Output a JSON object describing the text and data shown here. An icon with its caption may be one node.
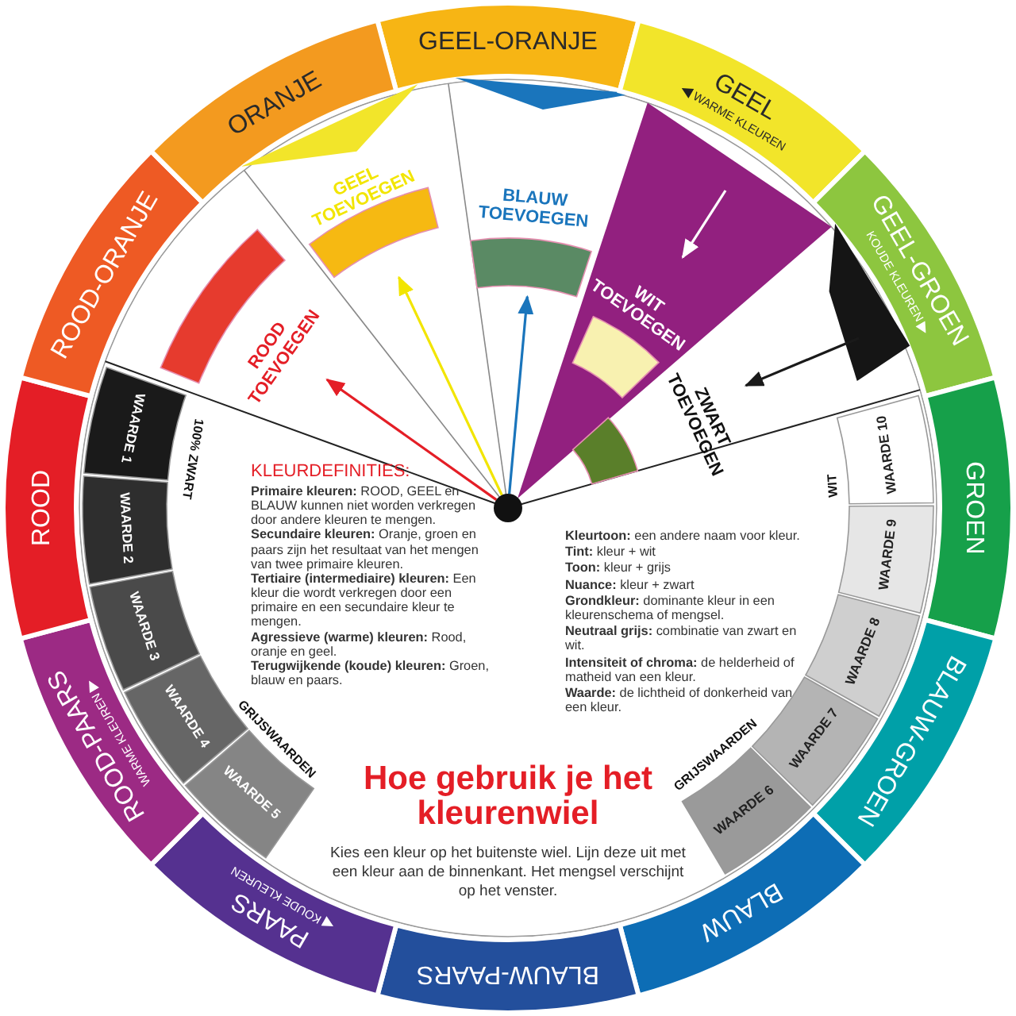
{
  "diagram": {
    "title": "Hoe gebruik je het kleurenwiel",
    "nodes": [
      {
        "text": [
          "GEEL-ORANJE"
        ]
      },
      {
        "text": [
          "GEEL",
          "WARME KLEUREN"
        ]
      },
      {
        "text": [
          "GEEL-GROEN",
          "KOUDE KLEUREN"
        ]
      },
      {
        "text": [
          "GROEN"
        ]
      },
      {
        "text": [
          "BLAUW-GROEN"
        ]
      },
      {
        "text": [
          "BLAUW"
        ]
      },
      {
        "text": [
          "BLAUW-PAARS"
        ]
      },
      {
        "text": [
          "PAARS",
          "KOUDE KLEUREN"
        ]
      },
      {
        "text": [
          "ROOD-PAARS",
          "WARME KLEUREN"
        ]
      },
      {
        "text": [
          "ROOD"
        ]
      },
      {
        "text": [
          "ROOD-ORANJE"
        ]
      },
      {
        "text": [
          "ORANJE"
        ]
      },
      {
        "text": [
          "ROOD TOEVOEGEN"
        ]
      },
      {
        "text": [
          "GEEL TOEVOEGEN"
        ]
      },
      {
        "text": [
          "BLAUW TOEVOEGEN"
        ]
      },
      {
        "text": [
          "WIT TOEVOEGEN"
        ]
      },
      {
        "text": [
          "ZWART TOEVOEGEN"
        ]
      },
      {
        "text": [],
        "shape": "circle"
      },
      {
        "text": [
          "WAARDE 1"
        ]
      },
      {
        "text": [
          "WAARDE 2"
        ]
      },
      {
        "text": [
          "WAARDE 3"
        ]
      },
      {
        "text": [
          "WAARDE 4"
        ]
      },
      {
        "text": [
          "WAARDE 5"
        ]
      },
      {
        "text": [
          "WAARDE 6"
        ]
      },
      {
        "text": [
          "WAARDE 7"
        ]
      },
      {
        "text": [
          "WAARDE 8"
        ]
      },
      {
        "text": [
          "WAARDE 9"
        ]
      },
      {
        "text": [
          "WAARDE 10"
        ]
      }
    ],
    "edges": [
      {
        "from": 17,
        "to": 12,
        "arrow": "to",
        "color": "#e41e26"
      },
      {
        "from": 17,
        "to": 13,
        "arrow": "to",
        "color": "#f2e500"
      },
      {
        "from": 17,
        "to": 14,
        "arrow": "to",
        "color": "#1a75bc"
      },
      {
        "from": null,
        "to": 15,
        "arrow": "to",
        "color": "#ffffff"
      },
      {
        "from": null,
        "to": 16,
        "arrow": "to",
        "color": "#1a1a1a"
      }
    ],
    "labels": [
      "100% ZWART",
      "WIT",
      "KLEURDEFINITIES:",
      "**Primaire kleuren:** ROOD, GEEL en BLAUW kunnen niet worden verkregen door andere kleuren te mengen.",
      "**Secundaire kleuren:** Oranje, groen en paars zijn het resultaat van het mengen van twee primaire kleuren.",
      "**Tertiaire (intermediaire) kleuren:** Een kleur die wordt verkregen door een primaire en een secundaire kleur te mengen.",
      "**Agressieve (warme) kleuren:** Rood, oranje en geel.",
      "**Terugwijkende (koude) kleuren:** Groen, blauw en paars.",
      "**Kleurtoon:** een andere naam voor kleur.",
      "**Tint:** kleur + wit",
      "**Toon:** kleur + grijs",
      "**Nuance:** kleur + zwart",
      "**Grondkleur:** dominante kleur in een kleurenschema of mengsel.",
      "**Neutraal grijs:** combinatie van zwart en wit.",
      "**Intensiteit of chroma:** de helderheid of matheid van een kleur.",
      "**Waarde:** de lichtheid of donkerheid van een kleur.",
      "GRIJSWAARDEN",
      "GRIJSWAARDEN",
      "Kies een kleur op het buitenste wiel. Lijn deze uit met een kleur aan de binnenkant. Het mengsel verschijnt op het venster."
    ]
  }
}
